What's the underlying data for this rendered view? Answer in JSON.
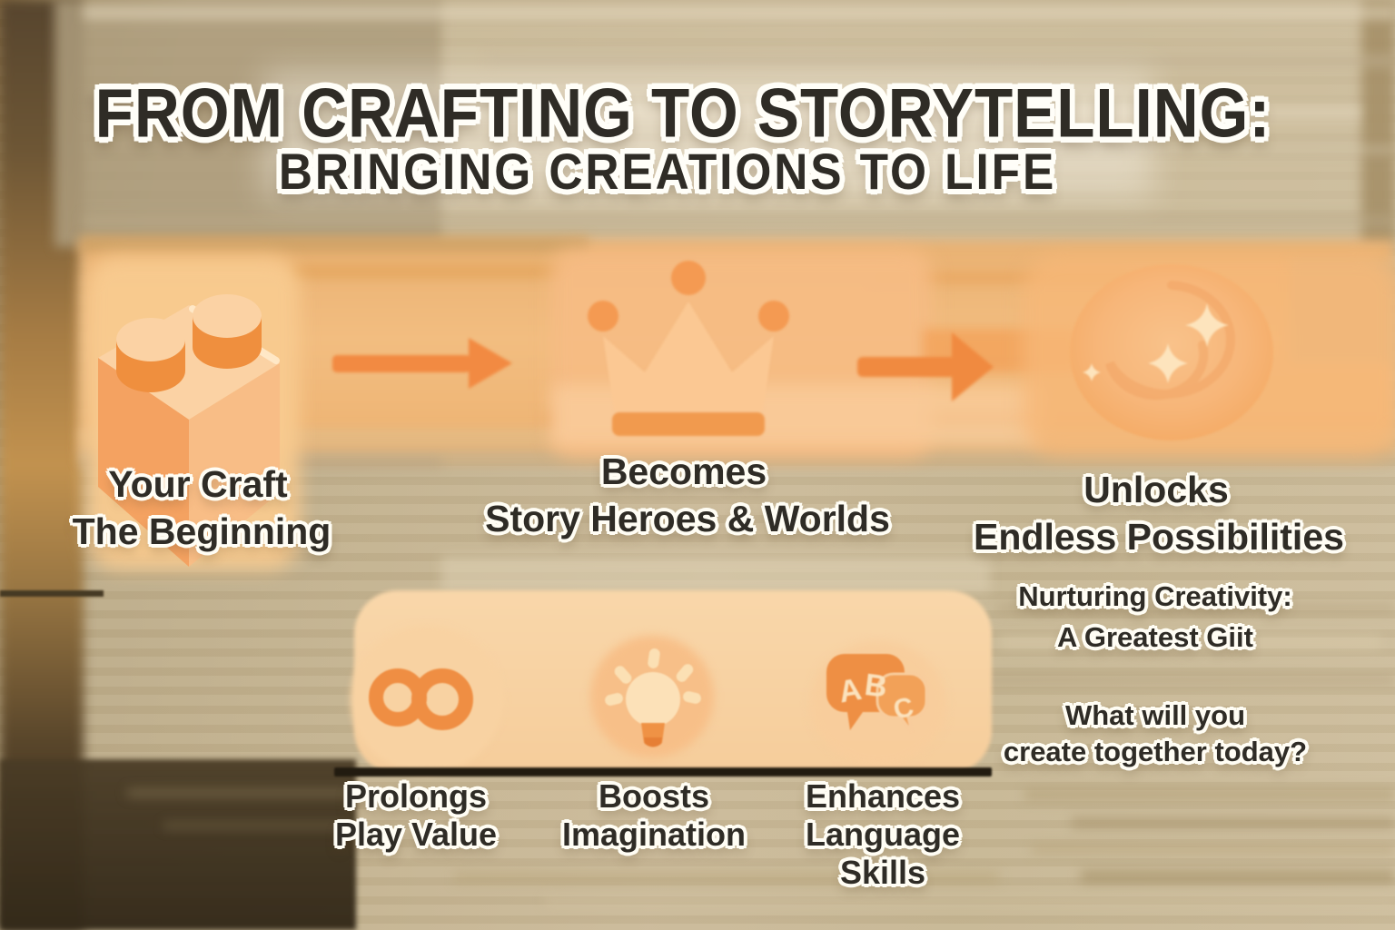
{
  "title": {
    "line1": "FROM CRAFTING TO STORYTELLING:",
    "line2": "BRINGING CREATIONS TO LIFE"
  },
  "flow": {
    "stages": [
      {
        "icon": "lego-brick-icon",
        "line1": "Your Craft",
        "line2": "The Beginning"
      },
      {
        "icon": "crown-icon",
        "line1": "Becomes",
        "line2": "Story Heroes & Worlds"
      },
      {
        "icon": "sparkle-circle-icon",
        "line1": "Unlocks",
        "line2": "Endless Possibilities"
      }
    ],
    "arrow_icon": "arrow-right-icon"
  },
  "benefits": [
    {
      "icon": "infinity-icon",
      "line1": "Prolongs",
      "line2": "Play Value"
    },
    {
      "icon": "lightbulb-icon",
      "line1": "Boosts",
      "line2": "Imagination"
    },
    {
      "icon": "speech-bubbles-abc-icon",
      "line1": "Enhances",
      "line2": "Language",
      "line3": "Skills"
    }
  ],
  "abc_icon": {
    "letter_a": "A",
    "letter_b": "B",
    "letter_c": "C"
  },
  "closing": {
    "heading_line1": "Nurturing Creativity:",
    "heading_line2": "A Greatest Giit",
    "question_line1": "What will you",
    "question_line2": "create together today?"
  },
  "colors": {
    "accent_orange": "#F18A42",
    "mid_orange": "#F4A261",
    "light_peach": "#FBD2A4",
    "cream": "#FDE4BD",
    "ink": "#2F2C26",
    "outline_white": "#FFFDF4",
    "background_tan": "#C6B693",
    "background_dark_brown": "#3A2F1C"
  }
}
